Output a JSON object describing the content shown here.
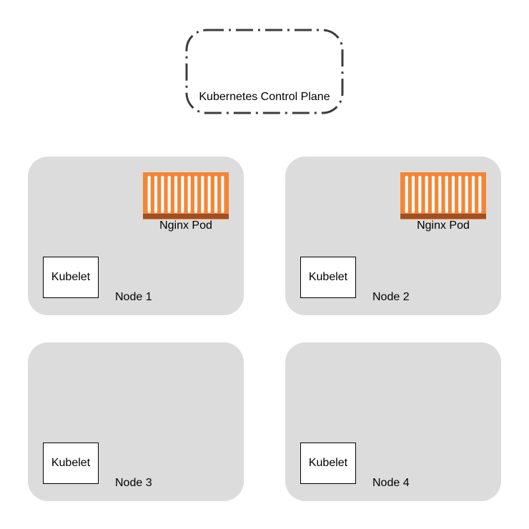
{
  "control_plane": {
    "label": "Kubernetes Control Plane"
  },
  "nodes": [
    {
      "label": "Node 1",
      "kubelet": "Kubelet",
      "pod": "Nginx Pod"
    },
    {
      "label": "Node 2",
      "kubelet": "Kubelet",
      "pod": "Nginx Pod"
    },
    {
      "label": "Node 3",
      "kubelet": "Kubelet"
    },
    {
      "label": "Node 4",
      "kubelet": "Kubelet"
    }
  ],
  "colors": {
    "node_fill": "#dcdcdc",
    "pod_orange": "#f58536",
    "pod_dark": "#9d5025",
    "control_plane_stroke": "#3c3c3c"
  },
  "icons": {
    "pod": "container-icon"
  }
}
